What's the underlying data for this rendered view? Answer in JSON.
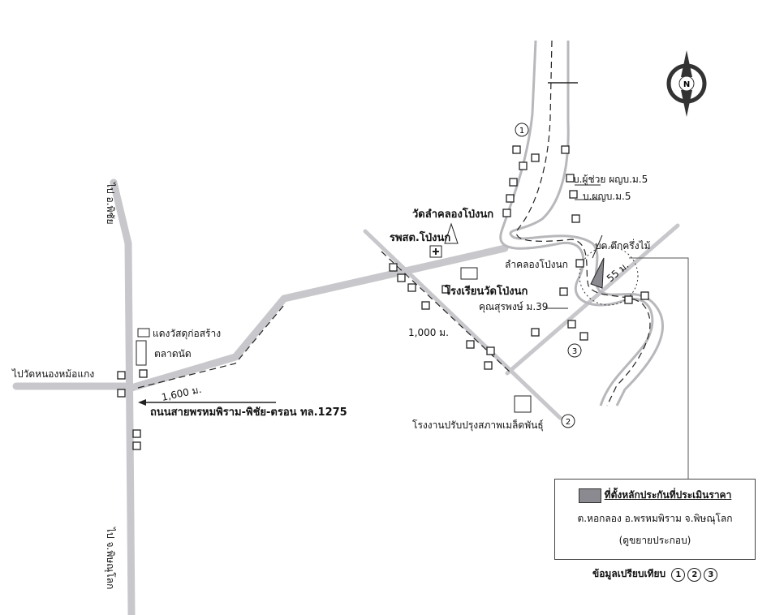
{
  "compass": {
    "label": "N"
  },
  "roads": {
    "north": "ไป อ.พิชัย",
    "south": "ไป จ.พิษณุโลก",
    "west": "ไปวัดหนองหม้อแกง",
    "highway": "ถนนสายพรหมพิราม-พิชัย-ตรอน ทล.1275",
    "river": "ลำคลองโป่งนก"
  },
  "distances": {
    "d1600": "1,600 ม.",
    "d1000": "1,000 ม.",
    "d55": "55 ม."
  },
  "places": {
    "temple": "วัดลำคลองโป่งนก",
    "hospital": "รพสต.โป่งนก",
    "school": "โรงเรียนวัดโป่งนก",
    "asst_headman": "บ.ผู้ช่วย ผญบ.ม.5",
    "headman": "บ.ผญบ.ม.5",
    "site_owner": "บด.ตึกครึ่งไม้",
    "resident": "คุณสุรพงษ์ ม.39",
    "material_shop": "แดงวัสดุก่อสร้าง",
    "market": "ตลาดนัด",
    "factory": "โรงงานปรับปรุงสภาพเมล็ดพันธุ์"
  },
  "markers": [
    "1",
    "2",
    "3"
  ],
  "legend": {
    "title": "ที่ตั้งหลักประกันที่ประเมินราคา",
    "address": "ต.หอกลอง  อ.พรหมพิราม  จ.พิษณุโลก",
    "note": "(ดูขยายประกอบ)",
    "swatch_color": "#8a8a90"
  },
  "compare_label": "ข้อมูลเปรียบเทียบ"
}
